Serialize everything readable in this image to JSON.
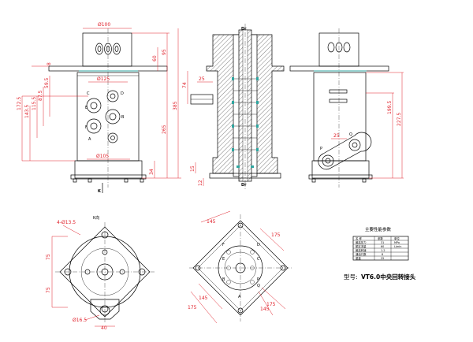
{
  "drawing": {
    "title_label": "型号:",
    "title_model": "VT6.0中央回转接头",
    "view_label_k": "K",
    "view_label_kdir": "K向",
    "section_labels": [
      "Dr",
      "Dr"
    ],
    "port_labels": {
      "front": [
        "C",
        "D",
        "E",
        "B",
        "F",
        "A"
      ],
      "right": [
        "P",
        "Q"
      ],
      "bottom_right": [
        "F",
        "D",
        "E",
        "C",
        "B",
        "P",
        "Q",
        "A"
      ]
    },
    "dims": {
      "top_dia": "Ø100",
      "mid_dia": "Ø125",
      "low_dia": "Ø105",
      "small_dia": "Ø16.5",
      "h95": "95",
      "h60": "60",
      "h8": "8",
      "h385": "385",
      "h265": "265",
      "h34": "34",
      "h1725": "172.5",
      "h1435": "143.5",
      "h1155": "115.5",
      "h875": "87.5",
      "h595": "59.5",
      "h1995": "199.5",
      "h2275": "227.5",
      "s74": "74",
      "s25": "25",
      "s15": "15",
      "s12": "12",
      "hole_spec": "4-Ø13.5",
      "b75a": "75",
      "b75b": "75",
      "b40": "40",
      "r145a": "145",
      "r145b": "145",
      "r175a": "175",
      "r175b": "175"
    },
    "param_table": {
      "title": "主要性能参数",
      "rows": [
        [
          "名 称",
          "参数",
          "单位"
        ],
        [
          "最高压力",
          "31",
          "MPa"
        ],
        [
          "额定流量",
          "60",
          "L/min"
        ],
        [
          "最高转速",
          "1-2",
          ""
        ],
        [
          "通油口数",
          "8",
          ""
        ],
        [
          "重量",
          "25",
          ""
        ]
      ]
    }
  }
}
